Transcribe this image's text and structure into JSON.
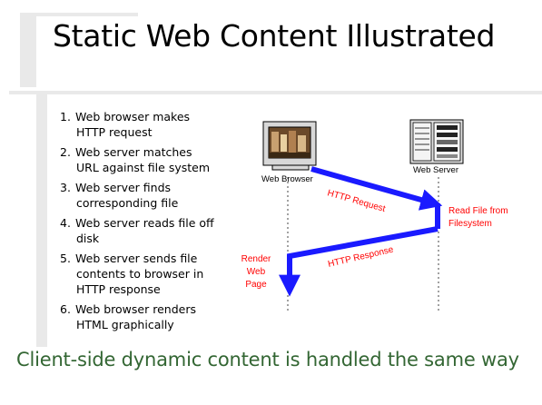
{
  "slide": {
    "title": "Static Web Content Illustrated",
    "steps": [
      {
        "number": "1.",
        "line1": "Web browser makes",
        "line2": "HTTP request"
      },
      {
        "number": "2.",
        "line1": "Web server matches",
        "line2": "URL against file system"
      },
      {
        "number": "3.",
        "line1": "Web server finds",
        "line2": "corresponding file"
      },
      {
        "number": "4.",
        "line1": "Web server reads file off",
        "line2": "disk"
      },
      {
        "number": "5.",
        "line1": "Web server sends file",
        "line2": "contents to browser in",
        "line3": "HTTP response"
      },
      {
        "number": "6.",
        "line1": "Web browser renders",
        "line2": "HTML graphically"
      }
    ],
    "footer": "Client-side dynamic content is handled the same way"
  },
  "diagram": {
    "browser_label": "Web Browser",
    "server_label": "Web Server",
    "request_label": "HTTP Request",
    "response_label": "HTTP Response",
    "read_file_line1": "Read File from",
    "read_file_line2": "Filesystem",
    "render_line1": "Render",
    "render_line2": "Web",
    "render_line3": "Page"
  },
  "colors": {
    "arrow": "#1a1aff",
    "annotation": "#ff0000",
    "footer": "#336633",
    "decor": "#e9e9e9"
  },
  "icons": [
    "computer-monitor-icon",
    "server-tower-icon"
  ]
}
